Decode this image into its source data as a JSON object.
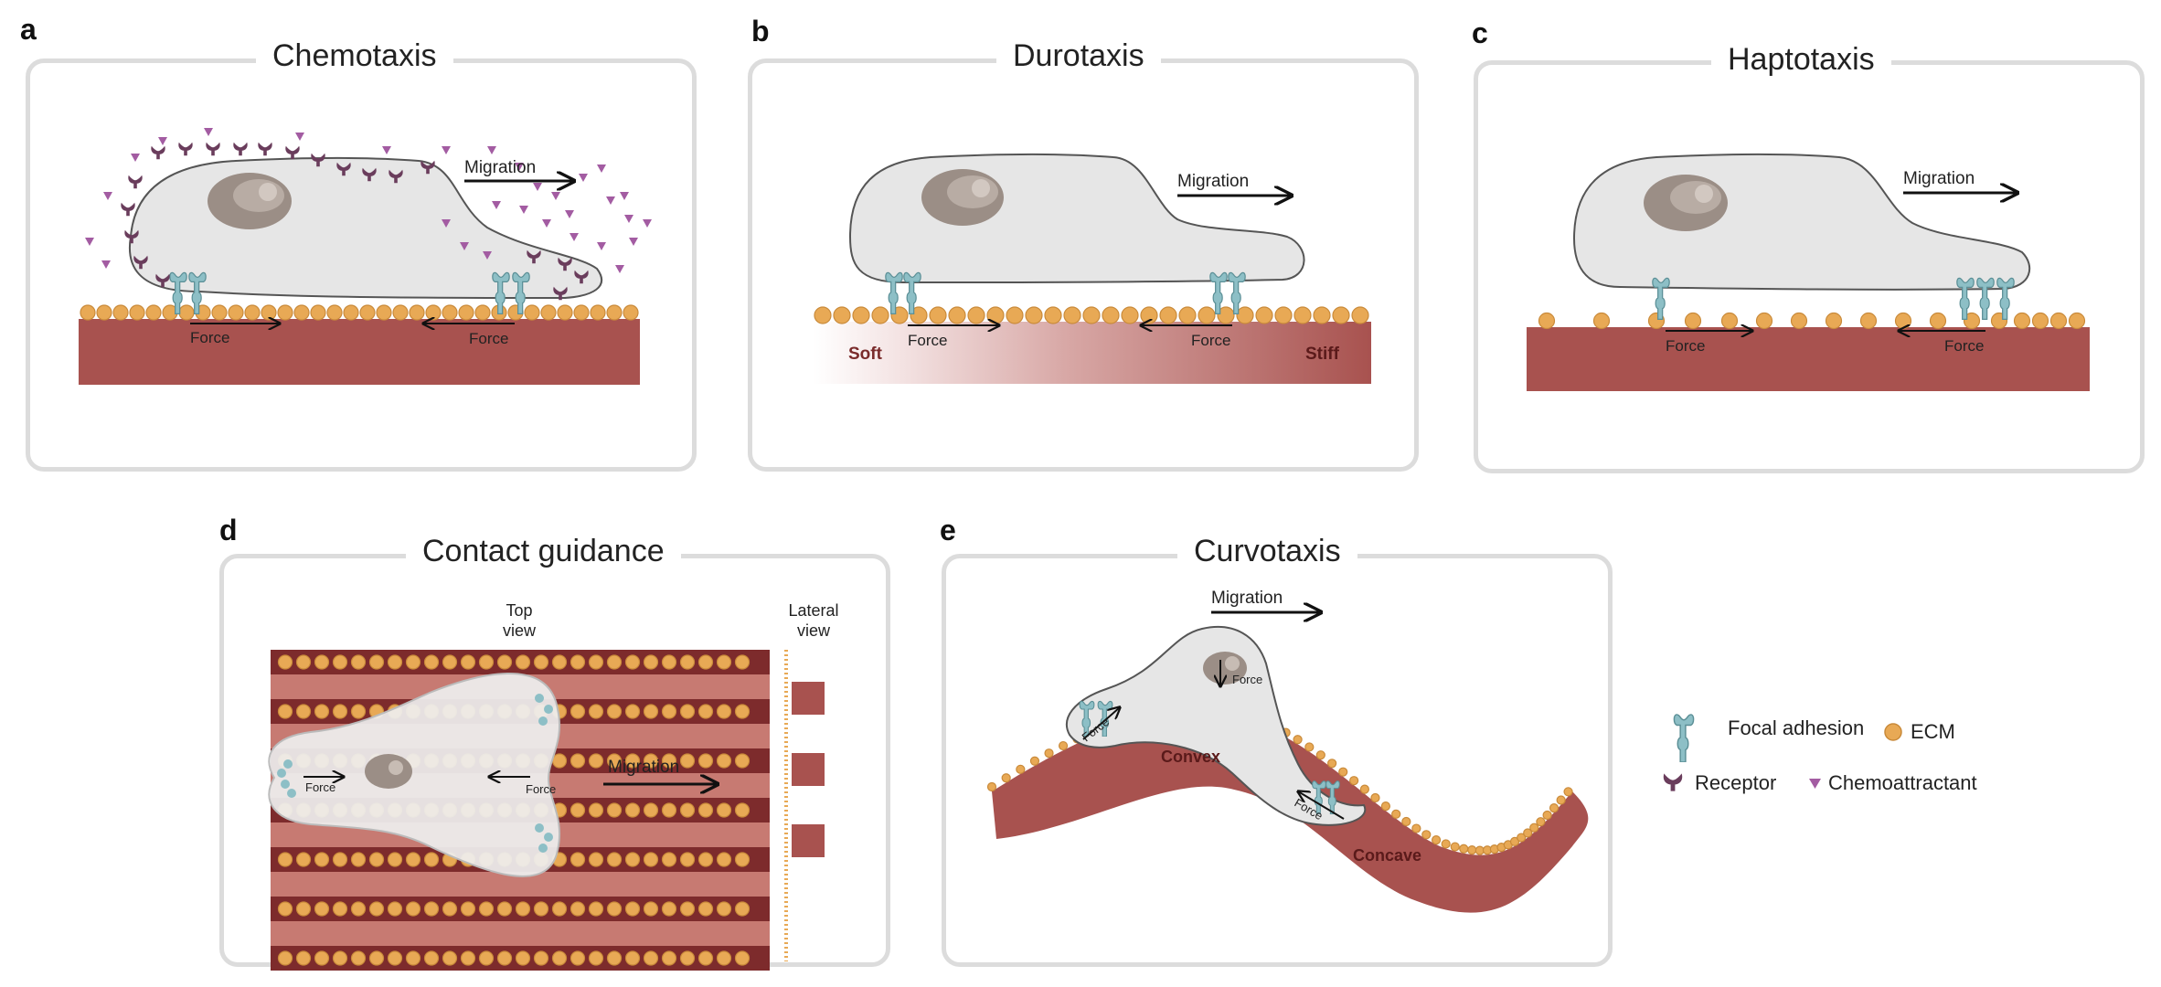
{
  "colors": {
    "matrix": "#a8524f",
    "ecm": "#e8a955",
    "cell": "#e6e6e6",
    "nucleus": "#9b8e86",
    "focal_adhesion": "#8dbfc6",
    "receptor": "#6a3d5c",
    "chemoattractant": "#a35ca2",
    "frame": "#dcdcdc"
  },
  "panels": {
    "a": {
      "letter": "a",
      "title": "Chemotaxis",
      "migration": "Migration",
      "force_left": "Force",
      "force_right": "Force"
    },
    "b": {
      "letter": "b",
      "title": "Durotaxis",
      "migration": "Migration",
      "force_left": "Force",
      "force_right": "Force",
      "soft": "Soft",
      "stiff": "Stiff"
    },
    "c": {
      "letter": "c",
      "title": "Haptotaxis",
      "migration": "Migration",
      "force_left": "Force",
      "force_right": "Force"
    },
    "d": {
      "letter": "d",
      "title": "Contact guidance",
      "top_view_1": "Top",
      "top_view_2": "view",
      "lateral_view_1": "Lateral",
      "lateral_view_2": "view",
      "force_left": "Force",
      "force_right": "Force",
      "migration": "Migration"
    },
    "e": {
      "letter": "e",
      "title": "Curvotaxis",
      "migration": "Migration",
      "force_nucleus": "Force",
      "force_left": "Force",
      "force_right": "Force",
      "convex": "Convex",
      "concave": "Concave"
    }
  },
  "legend": {
    "focal_adhesion": "Focal adhesion",
    "ecm": "ECM",
    "receptor": "Receptor",
    "chemoattractant": "Chemoattractant"
  }
}
